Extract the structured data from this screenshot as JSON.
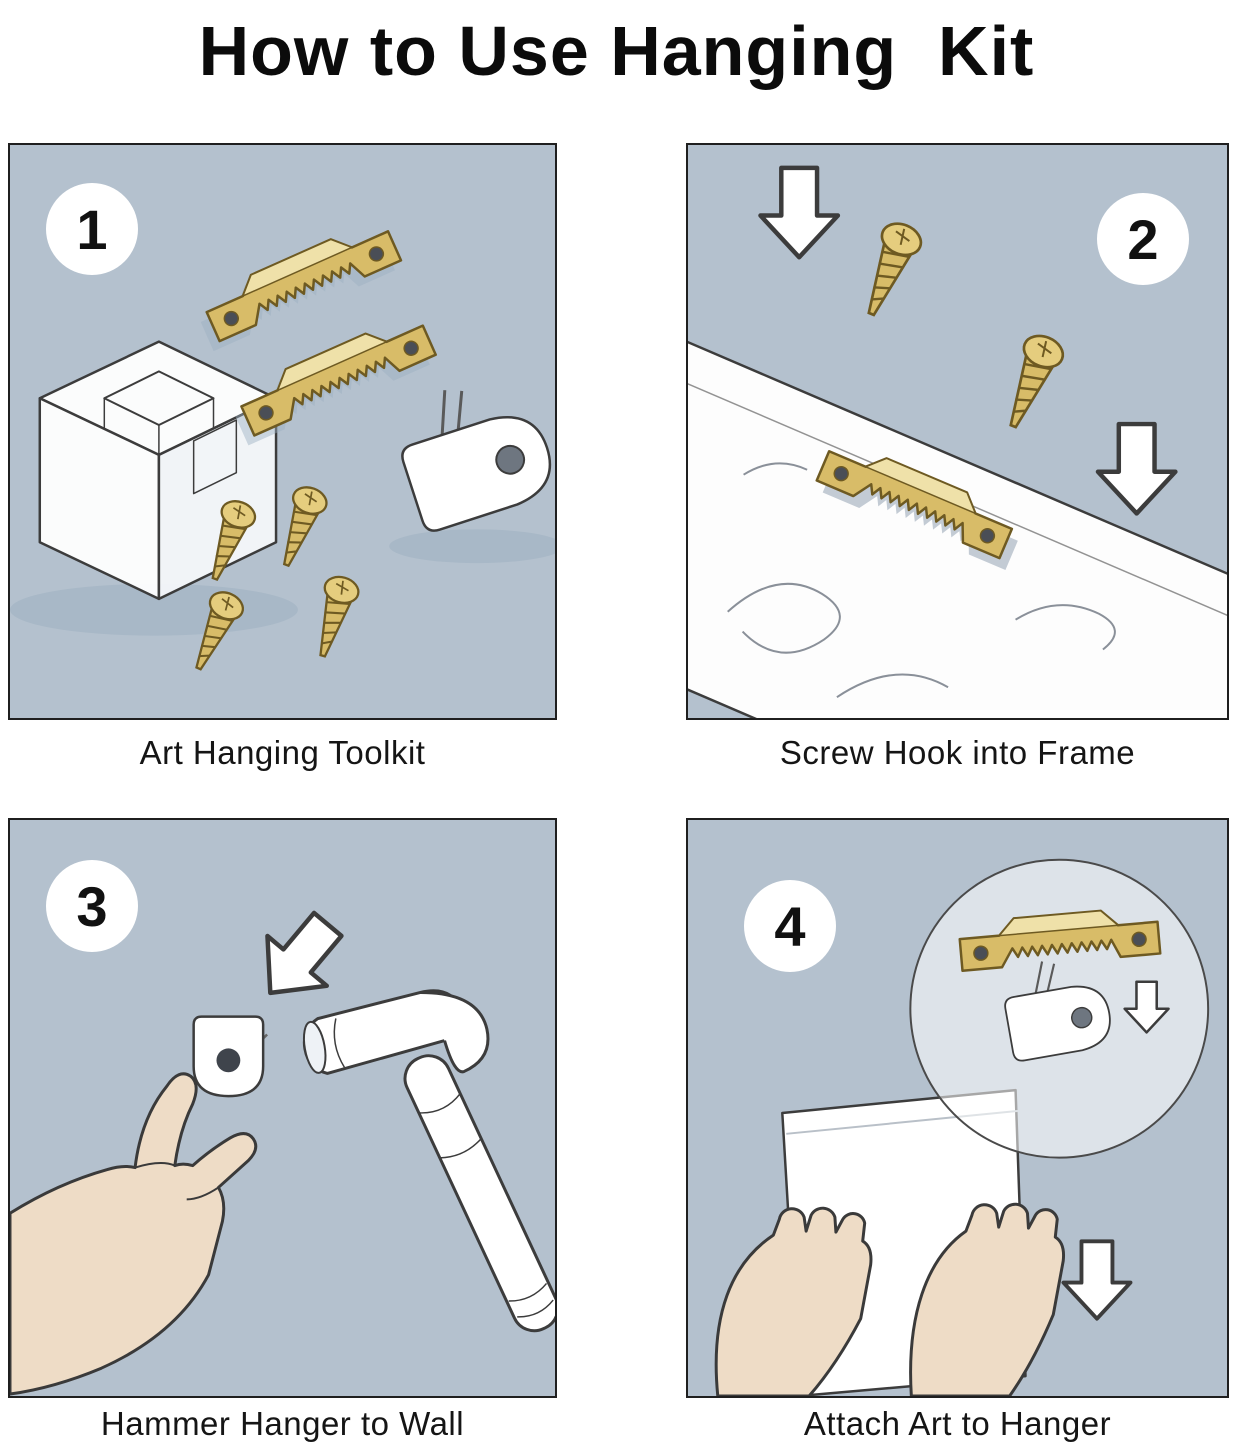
{
  "title": "How to Use Hanging  Kit",
  "steps": [
    {
      "number": "1",
      "caption": "Art Hanging Toolkit"
    },
    {
      "number": "2",
      "caption": "Screw Hook into Frame"
    },
    {
      "number": "3",
      "caption": "Hammer Hanger to Wall"
    },
    {
      "number": "4",
      "caption": "Attach Art to Hanger"
    }
  ],
  "colors": {
    "background": "#ffffff",
    "panel_background": "#b4c1ce",
    "panel_border": "#1f1f1f",
    "brass_gold": "#d8bc68",
    "brass_highlight": "#efe1a9",
    "brass_outline": "#6e5a22",
    "skin_tone": "#eedcc6",
    "illustration_outline": "#3a3a3a",
    "shadow": "#9cafc0",
    "text": "#111111"
  }
}
